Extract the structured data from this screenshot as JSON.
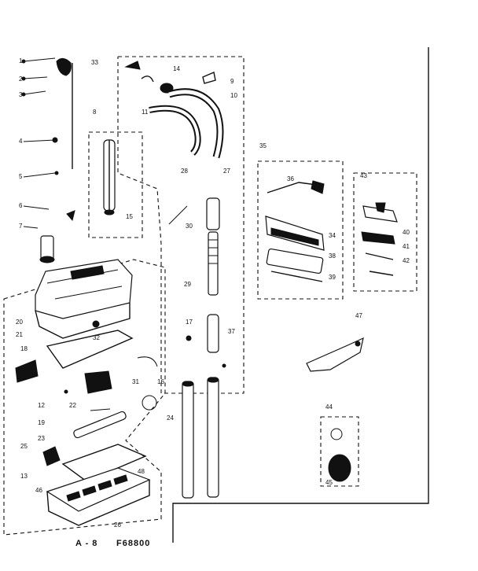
{
  "diagram": {
    "caption_left": "A - 8",
    "caption_right": "F68800",
    "labels": {
      "1": "1",
      "2": "2",
      "3": "3",
      "4": "4",
      "5": "5",
      "6": "6",
      "7": "7",
      "8": "8",
      "9": "9",
      "10": "10",
      "11": "11",
      "12": "12",
      "13": "13",
      "14": "14",
      "15": "15",
      "16": "16",
      "17": "17",
      "18": "18",
      "19": "19",
      "20": "20",
      "21": "21",
      "22": "22",
      "23": "23",
      "24": "24",
      "25": "25",
      "26": "26",
      "27": "27",
      "28": "28",
      "29": "29",
      "30": "30",
      "31": "31",
      "32": "32",
      "33": "33",
      "34": "34",
      "35": "35",
      "36": "36",
      "37": "37",
      "38": "38",
      "39": "39",
      "40": "40",
      "41": "41",
      "42": "42",
      "43": "43",
      "44": "44",
      "45": "45",
      "46": "46",
      "47": "47",
      "48": "48"
    }
  }
}
